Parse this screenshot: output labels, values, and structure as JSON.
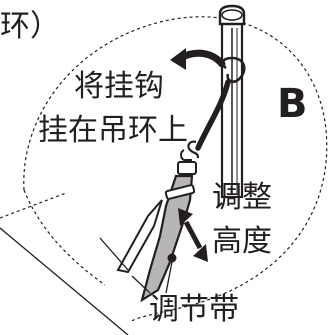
{
  "labels": {
    "top_partial": "环）",
    "hook_line1": "将挂钩",
    "hook_line2": "挂在吊环上",
    "adjust_line1": "调整",
    "adjust_line2": "高度",
    "strap": "调节带",
    "badge": "B"
  },
  "colors": {
    "ink": "#231f20",
    "strap_fill": "#b7b5b6",
    "pole_fill": "#ffffff"
  }
}
